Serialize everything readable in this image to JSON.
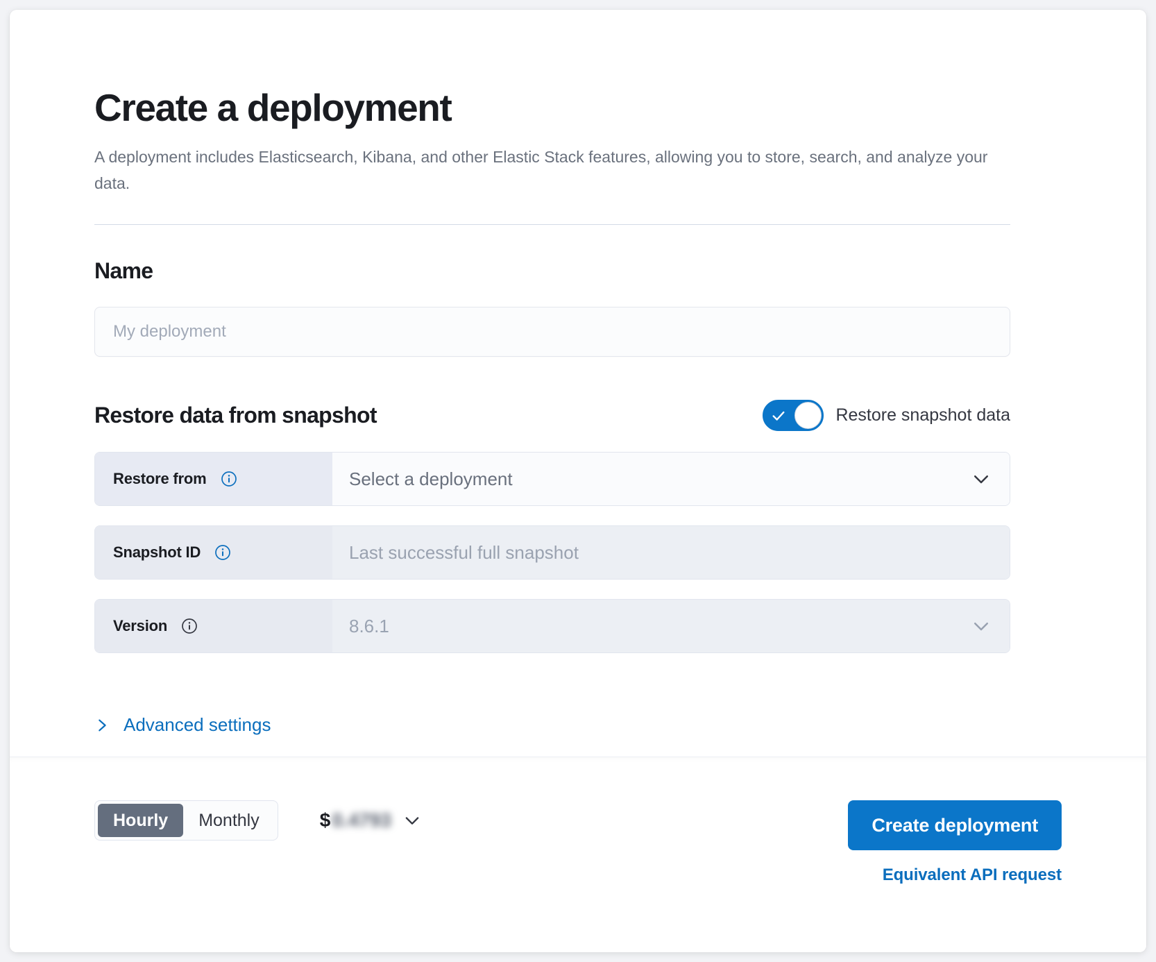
{
  "header": {
    "title": "Create a deployment",
    "subtitle": "A deployment includes Elasticsearch, Kibana, and other Elastic Stack features, allowing you to store, search, and analyze your data."
  },
  "name_section": {
    "heading": "Name",
    "input_placeholder": "My deployment",
    "input_value": ""
  },
  "restore_section": {
    "heading": "Restore data from snapshot",
    "toggle": {
      "label": "Restore snapshot data",
      "checked": true,
      "on_color": "#0b76c9"
    },
    "rows": [
      {
        "label": "Restore from",
        "info_icon": "info-circle-icon",
        "info_icon_color": "#0b6ebd",
        "value": "Select a deployment",
        "control": "dropdown",
        "disabled": false
      },
      {
        "label": "Snapshot ID",
        "info_icon": "info-circle-icon",
        "info_icon_color": "#0b6ebd",
        "value": "Last successful full snapshot",
        "control": "text",
        "disabled": true
      },
      {
        "label": "Version",
        "info_icon": "info-circle-icon",
        "info_icon_color": "#343741",
        "value": "8.6.1",
        "control": "dropdown",
        "disabled": true
      }
    ]
  },
  "advanced": {
    "label": "Advanced settings",
    "icon": "chevron-right-icon",
    "link_color": "#0b6ebd"
  },
  "footer": {
    "billing_options": [
      {
        "label": "Hourly",
        "selected": true
      },
      {
        "label": "Monthly",
        "selected": false
      }
    ],
    "price": {
      "currency": "$",
      "amount": "0.4793",
      "obscured": true
    },
    "price_chevron_icon": "chevron-down-icon",
    "create_button": "Create deployment",
    "api_link": "Equivalent API request",
    "primary_color": "#0b76c9"
  }
}
